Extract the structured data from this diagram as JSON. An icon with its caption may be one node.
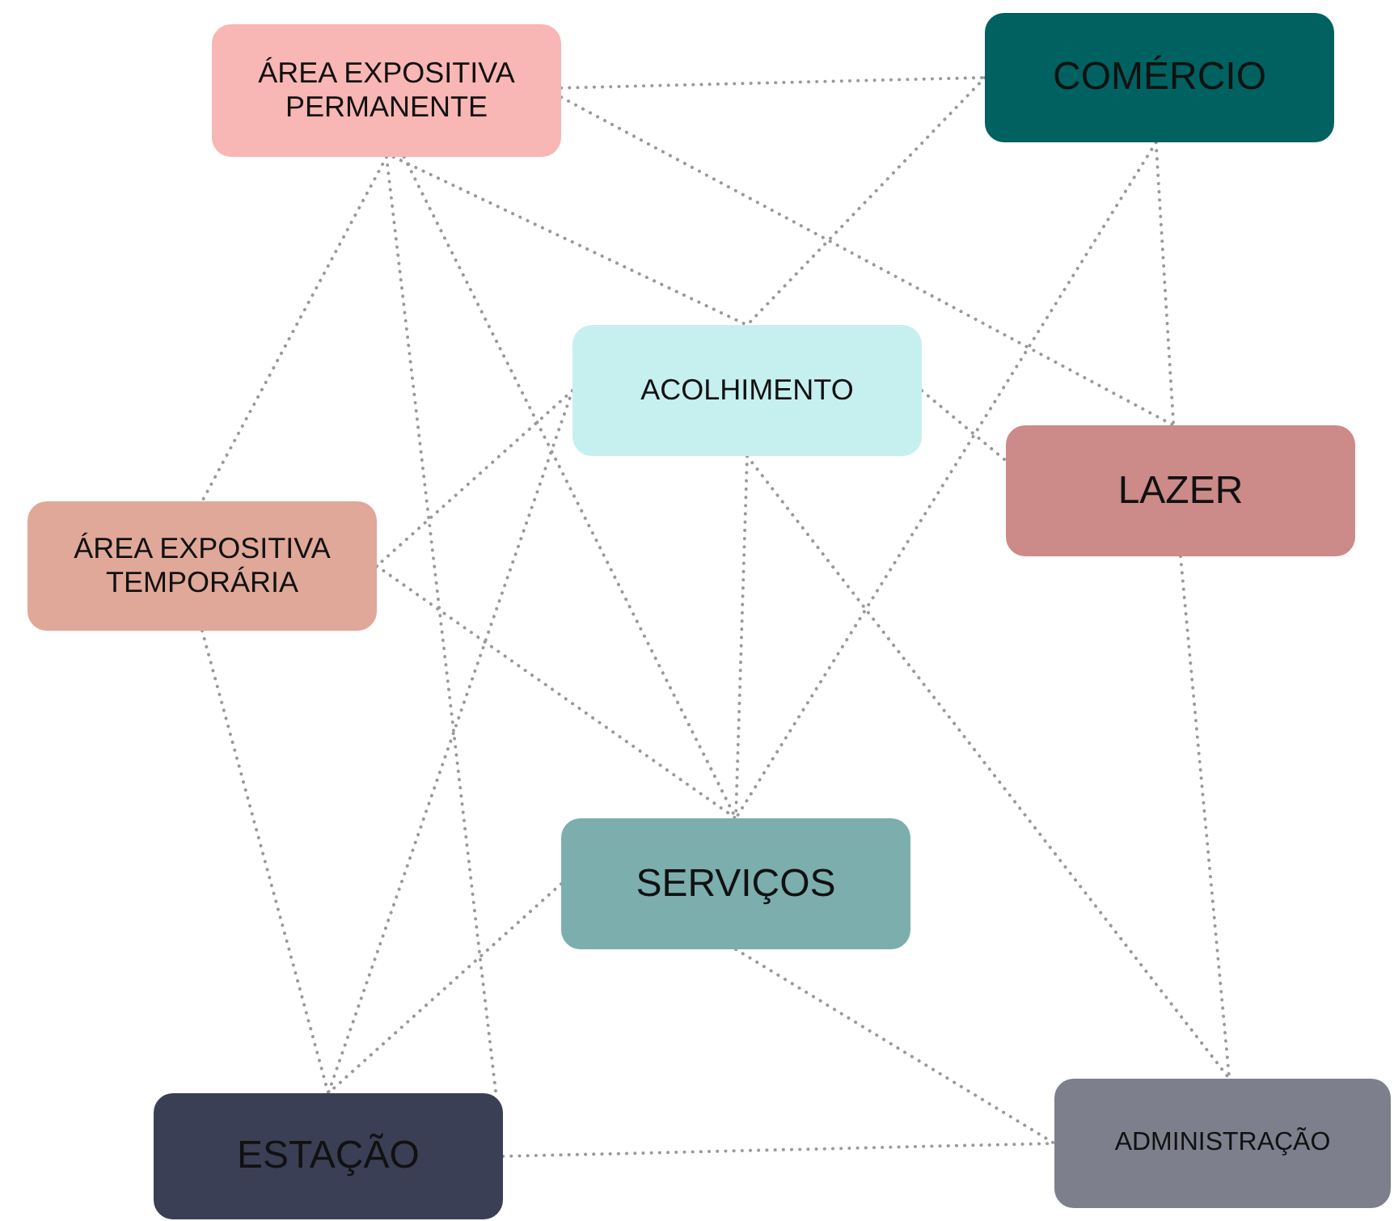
{
  "diagram": {
    "nodes": [
      {
        "text": [
          "ÁREA EXPOSITIVA PERMANENTE"
        ]
      },
      {
        "text": [
          "COMÉRCIO"
        ]
      },
      {
        "text": [
          "ACOLHIMENTO"
        ]
      },
      {
        "text": [
          "LAZER"
        ]
      },
      {
        "text": [
          "ÁREA EXPOSITIVA TEMPORÁRIA"
        ]
      },
      {
        "text": [
          "SERVIÇOS"
        ]
      },
      {
        "text": [
          "ESTAÇÃO"
        ]
      },
      {
        "text": [
          "ADMINISTRAÇÃO"
        ]
      }
    ],
    "edges": [
      {
        "from": 0,
        "to": 1,
        "arrow": "none"
      },
      {
        "from": 0,
        "to": 3,
        "arrow": "none"
      },
      {
        "from": 0,
        "to": 2,
        "arrow": "none"
      },
      {
        "from": 0,
        "to": 4,
        "arrow": "none"
      },
      {
        "from": 0,
        "to": 5,
        "arrow": "none"
      },
      {
        "from": 0,
        "to": 6,
        "arrow": "none"
      },
      {
        "from": 1,
        "to": 2,
        "arrow": "none"
      },
      {
        "from": 1,
        "to": 5,
        "arrow": "none"
      },
      {
        "from": 1,
        "to": 3,
        "arrow": "none"
      },
      {
        "from": 2,
        "to": 4,
        "arrow": "none"
      },
      {
        "from": 2,
        "to": 6,
        "arrow": "none"
      },
      {
        "from": 2,
        "to": 3,
        "arrow": "none"
      },
      {
        "from": 2,
        "to": 5,
        "arrow": "none"
      },
      {
        "from": 2,
        "to": 7,
        "arrow": "none"
      },
      {
        "from": 4,
        "to": 5,
        "arrow": "none"
      },
      {
        "from": 4,
        "to": 6,
        "arrow": "none"
      },
      {
        "from": 5,
        "to": 6,
        "arrow": "none"
      },
      {
        "from": 5,
        "to": 7,
        "arrow": "none"
      },
      {
        "from": 3,
        "to": 7,
        "arrow": "none"
      },
      {
        "from": 6,
        "to": 7,
        "arrow": "none"
      }
    ]
  }
}
